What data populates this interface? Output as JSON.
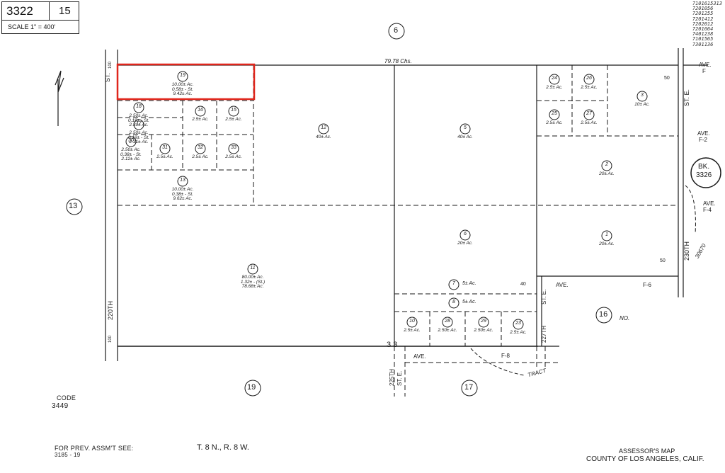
{
  "header": {
    "book": "3322",
    "page": "15",
    "scale": "SCALE 1\" = 400'"
  },
  "side_codes": [
    "7101615313",
    "7201056",
    "7201255",
    "7201412",
    "7202012",
    "7201664",
    "7401238",
    "7101565",
    "7301136"
  ],
  "top_dimension": "79.78 Chs.",
  "adjacent_pages": {
    "top": "6",
    "left": "13",
    "bottom_left": "19",
    "bottom_mid": "17",
    "right_mid": "16",
    "book_ref": [
      "BK.",
      "3326"
    ]
  },
  "streets": {
    "left_top": "ST.",
    "left_bottom": "220TH",
    "right_top": "ST. E.",
    "right_bottom": "230TH",
    "ave_f": [
      "AVE.",
      "F"
    ],
    "ave_f2": [
      "AVE.",
      "F-2"
    ],
    "ave_f4": [
      "AVE.",
      "F-4"
    ],
    "ave_f6": [
      "AVE.",
      "F-6"
    ],
    "ave_f8": [
      "AVE.",
      "F-8"
    ],
    "st_227": [
      "ST. E.",
      "227TH"
    ],
    "st_225": [
      "225TH",
      "ST. E."
    ],
    "tract": "TRACT",
    "no": "NO.",
    "curve_num": "30670",
    "fifty": "50",
    "forty": "40",
    "hundred": "100",
    "thirtythree": "3 3"
  },
  "parcels": [
    {
      "num": "19",
      "area": [
        "10.00± Ac.",
        "0.58± - St.",
        "9.42± Ac."
      ],
      "highlighted": true
    },
    {
      "num": "18",
      "area": [
        "2.50± Ac.",
        "0.19± - St.",
        "2.31± Ac."
      ]
    },
    {
      "num": "17",
      "area": [
        "2.50± Ac.",
        "0.19± - St.",
        "2.31± Ac."
      ]
    },
    {
      "num": "16",
      "area": [
        "2.5± Ac."
      ]
    },
    {
      "num": "15",
      "area": [
        "2.5± Ac."
      ]
    },
    {
      "num": "30",
      "area": [
        "2.50± Ac.",
        "0.38± - St.",
        "2.12± Ac."
      ]
    },
    {
      "num": "31",
      "area": [
        "2.5± Ac."
      ]
    },
    {
      "num": "32",
      "area": [
        "2.5± Ac."
      ]
    },
    {
      "num": "33",
      "area": [
        "2.5± Ac."
      ]
    },
    {
      "num": "13",
      "area": [
        "10.00± Ac.",
        "0.38± - St.",
        "9.62± Ac."
      ]
    },
    {
      "num": "12",
      "area": [
        "40± Ac."
      ]
    },
    {
      "num": "5",
      "area": [
        "40± Ac."
      ]
    },
    {
      "num": "24",
      "area": [
        "2.5± Ac."
      ]
    },
    {
      "num": "26",
      "area": [
        "2.5± Ac."
      ]
    },
    {
      "num": "25",
      "area": [
        "2.5± Ac."
      ]
    },
    {
      "num": "27",
      "area": [
        "2.5± Ac."
      ]
    },
    {
      "num": "3",
      "area": [
        "10± Ac."
      ]
    },
    {
      "num": "2",
      "area": [
        "20± Ac."
      ]
    },
    {
      "num": "6",
      "area": [
        "20± Ac."
      ]
    },
    {
      "num": "1",
      "area": [
        "20± Ac."
      ]
    },
    {
      "num": "11",
      "area": [
        "80.00± Ac.",
        "1.32± - (St.)",
        "78.68± Ac."
      ]
    },
    {
      "num": "7",
      "area": [
        "5± Ac."
      ]
    },
    {
      "num": "8",
      "area": [
        "5± Ac."
      ]
    },
    {
      "num": "10",
      "area": [
        "2.5± Ac."
      ]
    },
    {
      "num": "28",
      "area": [
        "2.50± Ac."
      ]
    },
    {
      "num": "29",
      "area": [
        "2.50± Ac."
      ]
    },
    {
      "num": "23",
      "area": [
        "2.5± Ac."
      ]
    }
  ],
  "footer": {
    "code_label": "CODE",
    "code_value": "3449",
    "prev_label": "FOR PREV. ASSM'T SEE:",
    "prev_value": "3185 - 19",
    "township": "T. 8 N., R. 8 W.",
    "assessor": "ASSESSOR'S MAP",
    "county": "COUNTY OF LOS ANGELES, CALIF."
  },
  "colors": {
    "highlight": "#e0261c",
    "ink": "#1a1a1a"
  }
}
